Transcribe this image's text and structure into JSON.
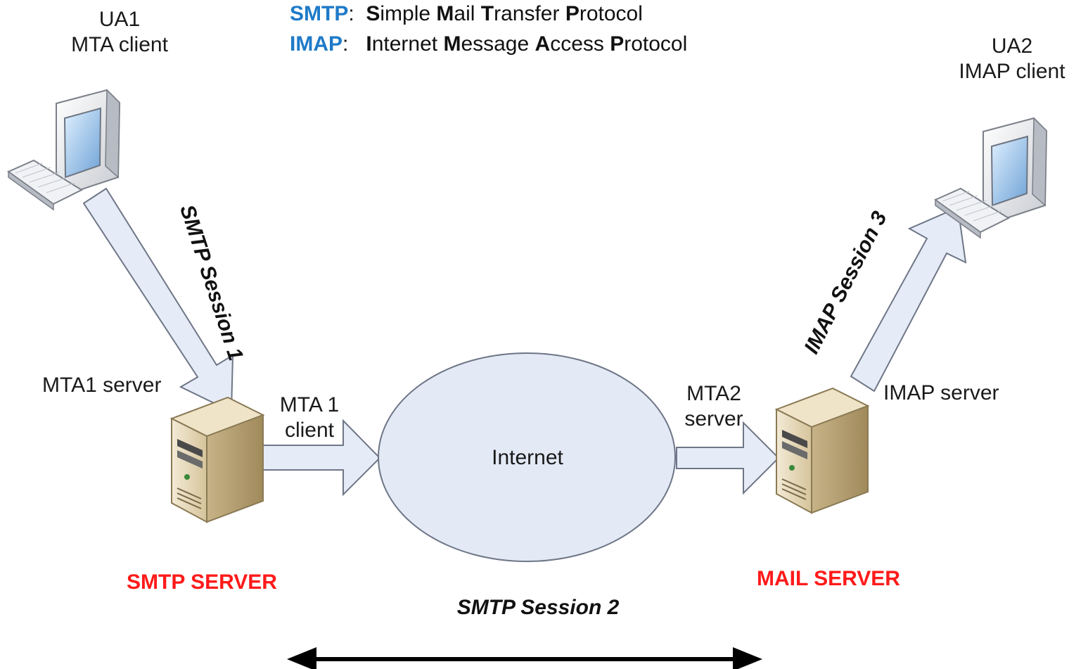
{
  "legend": {
    "smtp_abbr": "SMTP",
    "smtp_sep": ":",
    "smtp_expansion": [
      {
        "bold": "S",
        "rest": "imple "
      },
      {
        "bold": "M",
        "rest": "ail "
      },
      {
        "bold": "T",
        "rest": "ransfer "
      },
      {
        "bold": "P",
        "rest": "rotocol"
      }
    ],
    "imap_abbr": "IMAP",
    "imap_sep": ":",
    "imap_expansion": [
      {
        "bold": "I",
        "rest": "nternet "
      },
      {
        "bold": "M",
        "rest": "essage "
      },
      {
        "bold": "A",
        "rest": "ccess "
      },
      {
        "bold": "P",
        "rest": "rotocol"
      }
    ]
  },
  "ua1": {
    "line1": "UA1",
    "line2": "MTA client"
  },
  "ua2": {
    "line1": "UA2",
    "line2": "IMAP client"
  },
  "labels": {
    "mta1_server": "MTA1 server",
    "mta1_client_line1": "MTA 1",
    "mta1_client_line2": "client",
    "mta2_server_line1": "MTA2",
    "mta2_server_line2": "server",
    "imap_server": "IMAP server",
    "internet": "Internet"
  },
  "sessions": {
    "session1": "SMTP Session 1",
    "session2": "SMTP Session 2",
    "session3": "IMAP Session 3"
  },
  "servers": {
    "smtp_server": "SMTP SERVER",
    "mail_server": "MAIL SERVER"
  },
  "colors": {
    "abbr": "#1f7ac8",
    "server_title": "#ff1a1a",
    "arrow_fill": "#e6ecf7",
    "cloud_fill": "#e3eaf6",
    "outline": "#6e7687"
  }
}
